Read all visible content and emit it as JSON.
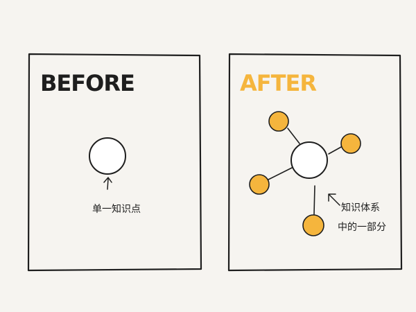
{
  "colors": {
    "background": "#f6f4f0",
    "ink": "#1e1e1e",
    "accent": "#f5b53d"
  },
  "before_panel": {
    "title": "BEFORE",
    "annotation": "单一知识点"
  },
  "after_panel": {
    "title": "AFTER",
    "annotation_line1": "知识体系",
    "annotation_line2": "中的一部分"
  }
}
